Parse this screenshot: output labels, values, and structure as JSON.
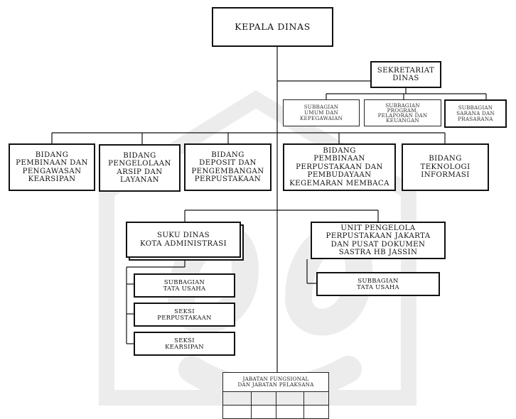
{
  "head": {
    "label": "KEPALA DINAS"
  },
  "secretariat": {
    "label": "SEKRETARIAT\nDINAS",
    "subunits": [
      "SUBBAGIAN\nUMUM DAN\nKEPEGAWAIAN",
      "SUBBAGIAN\nPROGRAM,\nPELAPORAN DAN\nKEUANGAN",
      "SUBBAGIAN\nSARANA DAN\nPRASARANA"
    ]
  },
  "divisions": [
    "BIDANG\nPEMBINAAN DAN\nPENGAWASAN\nKEARSIPAN",
    "BIDANG\nPENGELOLAAN\nARSIP DAN\nLAYANAN",
    "BIDANG\nDEPOSIT DAN\nPENGEMBANGAN\nPERPUSTAKAAN",
    "BIDANG\nPEMBINAAN\nPERPUSTAKAAN DAN\nPEMBUDAYAAN\nKEGEMARAN MEMBACA",
    "BIDANG\nTEKNOLOGI\nINFORMASI"
  ],
  "suku_dinas": {
    "label": "SUKU DINAS\nKOTA ADMINISTRASI",
    "subunits": [
      "SUBBAGIAN\nTATA USAHA",
      "SEKSI\nPERPUSTAKAAN",
      "SEKSI\nKEARSIPAN"
    ]
  },
  "upt": {
    "label": "UNIT PENGELOLA\nPERPUSTAKAAN JAKARTA\nDAN PUSAT DOKUMEN\nSASTRA HB JASSIN",
    "subunits": [
      "SUBBAGIAN\nTATA USAHA"
    ]
  },
  "functional": {
    "label": "JABATAN  FUNGSIONAL\nDAN JABATAN PELAKSANA"
  },
  "colors": {
    "line": "#111111",
    "box_border": "#222222",
    "watermark": "#ececec"
  }
}
